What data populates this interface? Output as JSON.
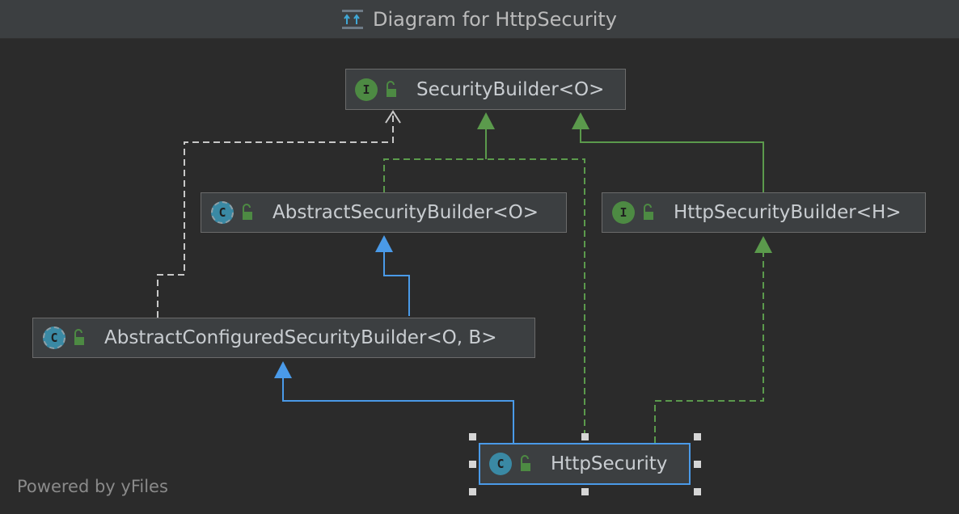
{
  "window": {
    "title": "Diagram for HttpSecurity"
  },
  "nodes": {
    "security_builder": {
      "kind": "interface",
      "badge": "I",
      "label": "SecurityBuilder<O>"
    },
    "abstract_security_builder": {
      "kind": "abstract-class",
      "badge": "C",
      "label": "AbstractSecurityBuilder<O>"
    },
    "http_security_builder": {
      "kind": "interface",
      "badge": "I",
      "label": "HttpSecurityBuilder<H>"
    },
    "abstract_configured_security_builder": {
      "kind": "abstract-class",
      "badge": "C",
      "label": "AbstractConfiguredSecurityBuilder<O, B>"
    },
    "http_security": {
      "kind": "class",
      "badge": "C",
      "label": "HttpSecurity",
      "selected": true
    }
  },
  "edges": [
    {
      "from": "abstract_security_builder",
      "to": "security_builder",
      "type": "implements"
    },
    {
      "from": "http_security",
      "to": "security_builder",
      "type": "implements"
    },
    {
      "from": "http_security_builder",
      "to": "security_builder",
      "type": "extends-interface"
    },
    {
      "from": "abstract_configured_security_builder",
      "to": "security_builder",
      "type": "dependency"
    },
    {
      "from": "abstract_configured_security_builder",
      "to": "abstract_security_builder",
      "type": "extends"
    },
    {
      "from": "http_security",
      "to": "abstract_configured_security_builder",
      "type": "extends"
    },
    {
      "from": "http_security",
      "to": "http_security_builder",
      "type": "implements"
    }
  ],
  "colors": {
    "interface_edge": "#5b9a4c",
    "class_edge": "#4a9ae8",
    "dependency_edge": "#c8c8c8",
    "selection": "#4a9ae8"
  },
  "footer": {
    "text": "Powered by yFiles"
  }
}
